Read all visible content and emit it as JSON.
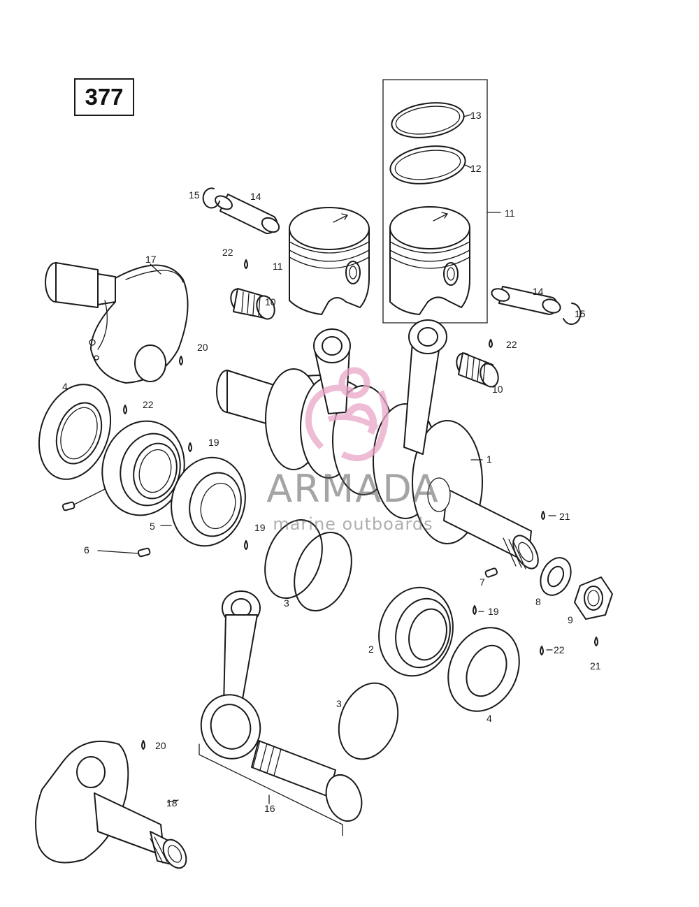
{
  "diagram_id": "377",
  "watermark": {
    "title": "ARMADA",
    "subtitle": "marine outboards",
    "logo_color": "#e9a7c8"
  },
  "callouts": [
    {
      "id": "1",
      "text": "1"
    },
    {
      "id": "2",
      "text": "2"
    },
    {
      "id": "3a",
      "text": "3"
    },
    {
      "id": "3b",
      "text": "3"
    },
    {
      "id": "4a",
      "text": "4"
    },
    {
      "id": "4b",
      "text": "4"
    },
    {
      "id": "5",
      "text": "5"
    },
    {
      "id": "6",
      "text": "6"
    },
    {
      "id": "7",
      "text": "7"
    },
    {
      "id": "8",
      "text": "8"
    },
    {
      "id": "9",
      "text": "9"
    },
    {
      "id": "10a",
      "text": "10"
    },
    {
      "id": "10b",
      "text": "10"
    },
    {
      "id": "11a",
      "text": "11"
    },
    {
      "id": "11b",
      "text": "11"
    },
    {
      "id": "12",
      "text": "12"
    },
    {
      "id": "13",
      "text": "13"
    },
    {
      "id": "14a",
      "text": "14"
    },
    {
      "id": "14b",
      "text": "14"
    },
    {
      "id": "15a",
      "text": "15"
    },
    {
      "id": "15b",
      "text": "15"
    },
    {
      "id": "16",
      "text": "16"
    },
    {
      "id": "17",
      "text": "17"
    },
    {
      "id": "18",
      "text": "18"
    },
    {
      "id": "19a",
      "text": "19"
    },
    {
      "id": "19b",
      "text": "19"
    },
    {
      "id": "19c",
      "text": "19"
    },
    {
      "id": "20a",
      "text": "20"
    },
    {
      "id": "20b",
      "text": "20"
    },
    {
      "id": "21a",
      "text": "21"
    },
    {
      "id": "21b",
      "text": "21"
    },
    {
      "id": "22a",
      "text": "22"
    },
    {
      "id": "22b",
      "text": "22"
    },
    {
      "id": "22c",
      "text": "22"
    },
    {
      "id": "22d",
      "text": "22"
    }
  ]
}
